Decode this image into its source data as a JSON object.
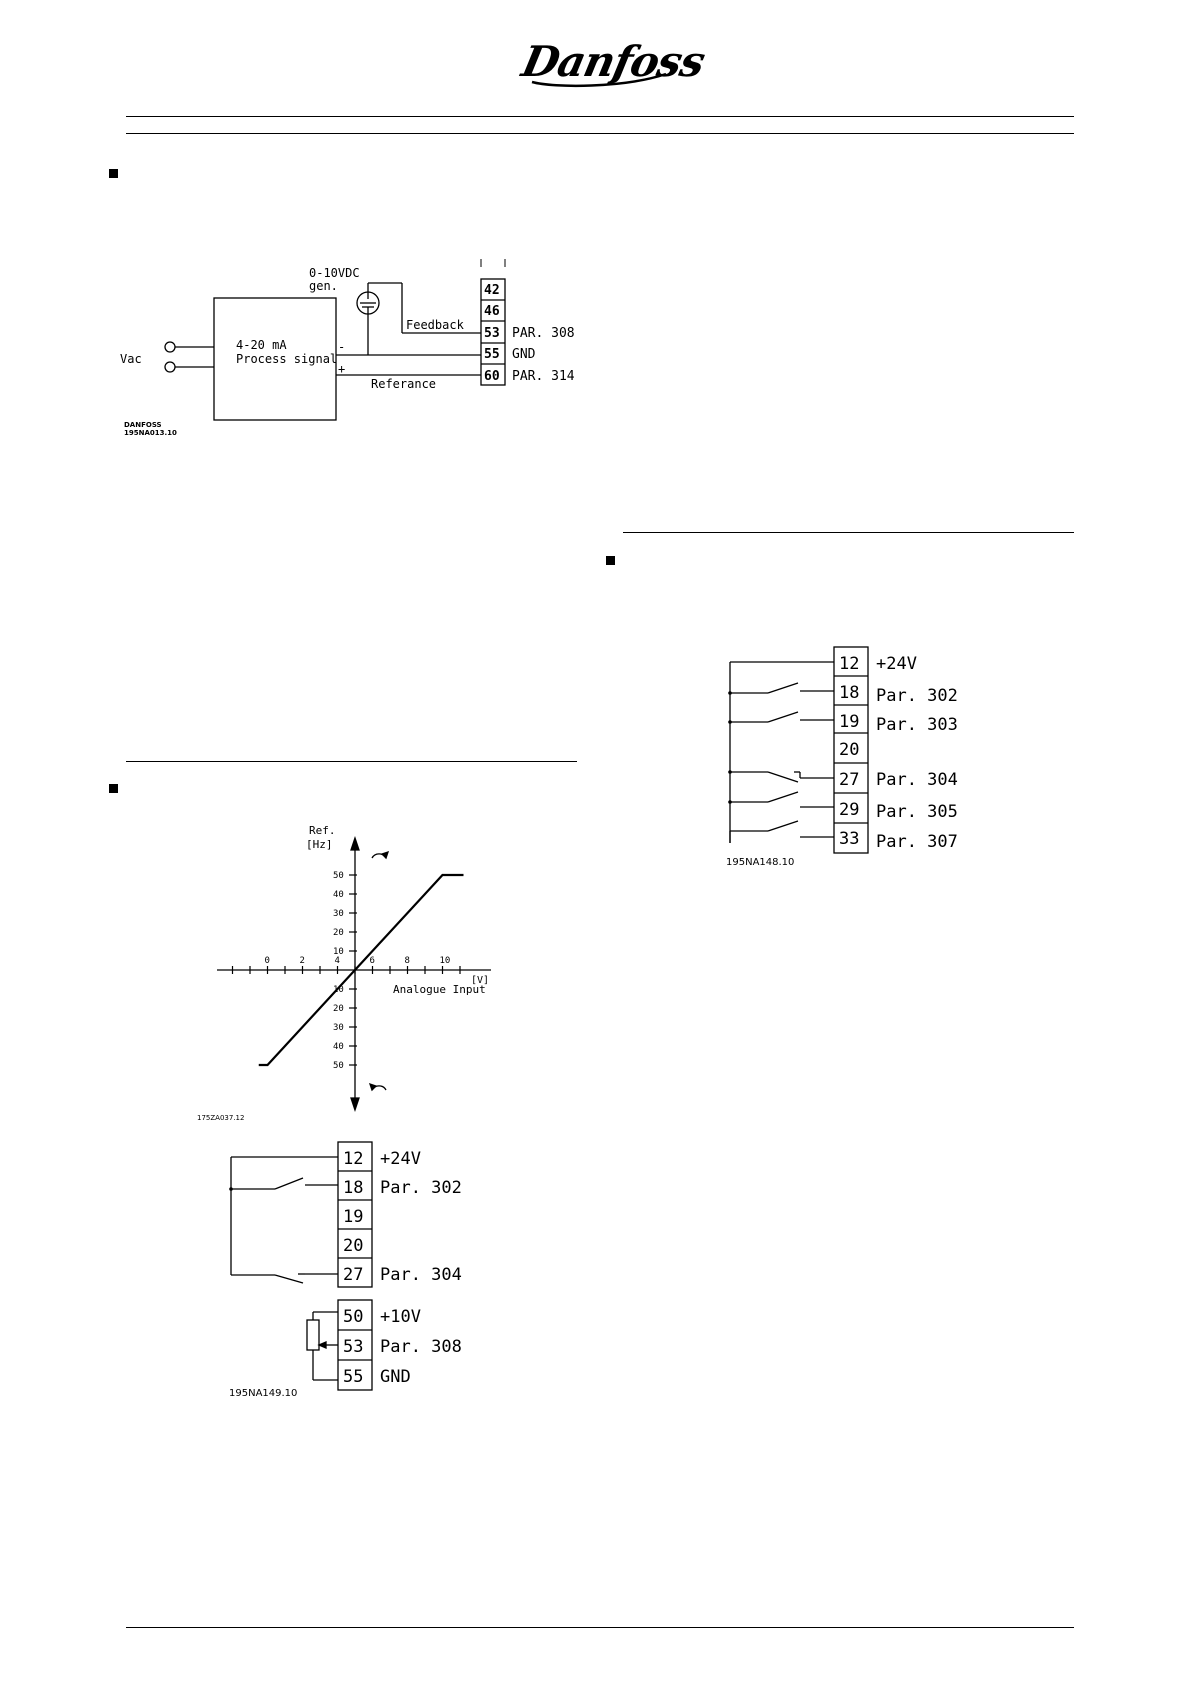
{
  "header": {
    "brand": "Danfoss"
  },
  "diagram_process": {
    "generator_label": "0-10VDC",
    "generator_label2": "gen.",
    "vac_label": "Vac",
    "box_line1": "4-20  mA",
    "box_line2": "Process  signal",
    "minus": "-",
    "plus": "+",
    "feedback_label": "Feedback",
    "reference_label": "Referance",
    "terminals": [
      {
        "num": "42",
        "label": ""
      },
      {
        "num": "46",
        "label": ""
      },
      {
        "num": "53",
        "label": "PAR. 308"
      },
      {
        "num": "55",
        "label": "GND"
      },
      {
        "num": "60",
        "label": "PAR. 314"
      }
    ],
    "code_line1": "DANFOSS",
    "code_line2": "195NA013.10"
  },
  "chart": {
    "ylabel_line1": "Ref.",
    "ylabel_line2": "[Hz]",
    "xlabel": "Analogue  Input",
    "xunit": "[V]",
    "code": "175ZA037.12"
  },
  "chart_data": {
    "type": "line",
    "x": [
      -0.5,
      0,
      10,
      11.2
    ],
    "series": [
      {
        "values": [
          -50,
          -50,
          50,
          50
        ]
      }
    ],
    "x_ticks": [
      0,
      2,
      4,
      6,
      8,
      10
    ],
    "y_ticks_pos": [
      10,
      20,
      30,
      40,
      50
    ],
    "y_ticks_neg": [
      10,
      20,
      30,
      40,
      50
    ],
    "xunit": "[V]",
    "xlabel": "Analogue  Input",
    "ylabel": "Ref. [Hz]",
    "grid": false
  },
  "wiring_a": {
    "terminals": [
      {
        "num": "12",
        "label": "+24V"
      },
      {
        "num": "18",
        "label": "Par.  302"
      },
      {
        "num": "19",
        "label": ""
      },
      {
        "num": "20",
        "label": ""
      },
      {
        "num": "27",
        "label": "Par.  304"
      }
    ],
    "pot_terminals": [
      {
        "num": "50",
        "label": "+10V"
      },
      {
        "num": "53",
        "label": "Par.  308"
      },
      {
        "num": "55",
        "label": "GND"
      }
    ],
    "code": "195NA149.10"
  },
  "wiring_b": {
    "terminals": [
      {
        "num": "12",
        "label": "+24V"
      },
      {
        "num": "18",
        "label": "Par.  302"
      },
      {
        "num": "19",
        "label": "Par.  303"
      },
      {
        "num": "20",
        "label": ""
      },
      {
        "num": "27",
        "label": "Par.  304"
      },
      {
        "num": "29",
        "label": "Par.  305"
      },
      {
        "num": "33",
        "label": "Par.  307"
      }
    ],
    "code": "195NA148.10"
  }
}
